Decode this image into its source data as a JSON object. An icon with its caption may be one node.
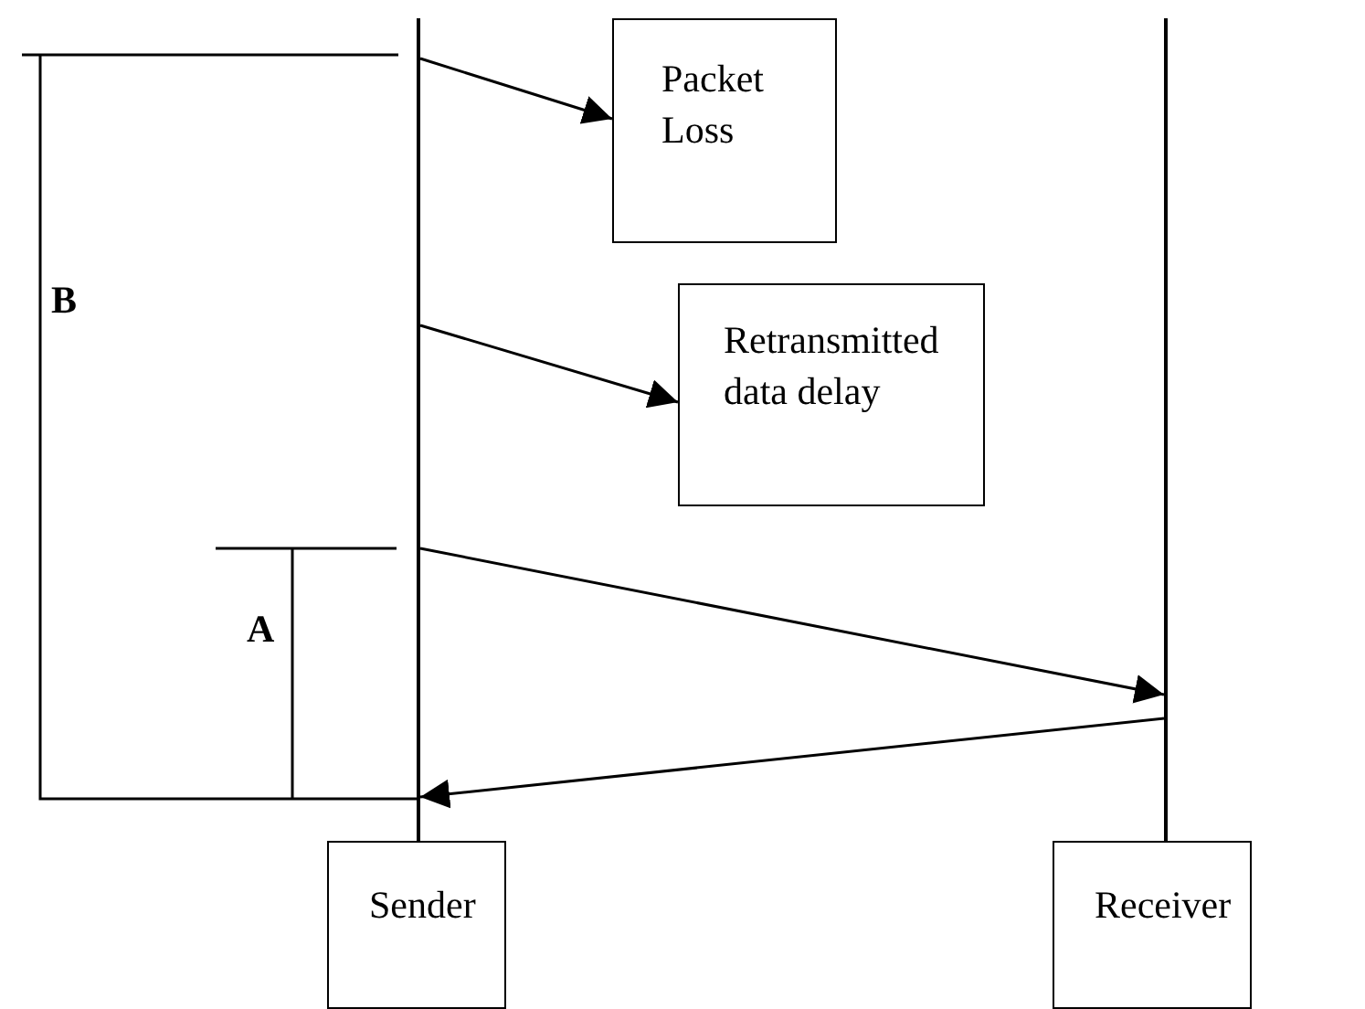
{
  "diagram": {
    "nodes": [
      {
        "text": [
          "Packet Loss"
        ]
      },
      {
        "text": [
          "Retransmitted data delay"
        ]
      },
      {
        "text": [
          "Sender"
        ]
      },
      {
        "text": [
          "Receiver"
        ]
      },
      {
        "text": [],
        "shape": "bar"
      },
      {
        "text": [],
        "shape": "bar"
      }
    ],
    "edges": [
      {
        "from": 4,
        "to": 0,
        "arrow": "to"
      },
      {
        "from": 4,
        "to": 1,
        "arrow": "to"
      },
      {
        "from": 4,
        "to": 5,
        "arrow": "to"
      },
      {
        "from": 5,
        "to": 4,
        "arrow": "to"
      }
    ],
    "labels": [
      "B",
      "A"
    ]
  }
}
